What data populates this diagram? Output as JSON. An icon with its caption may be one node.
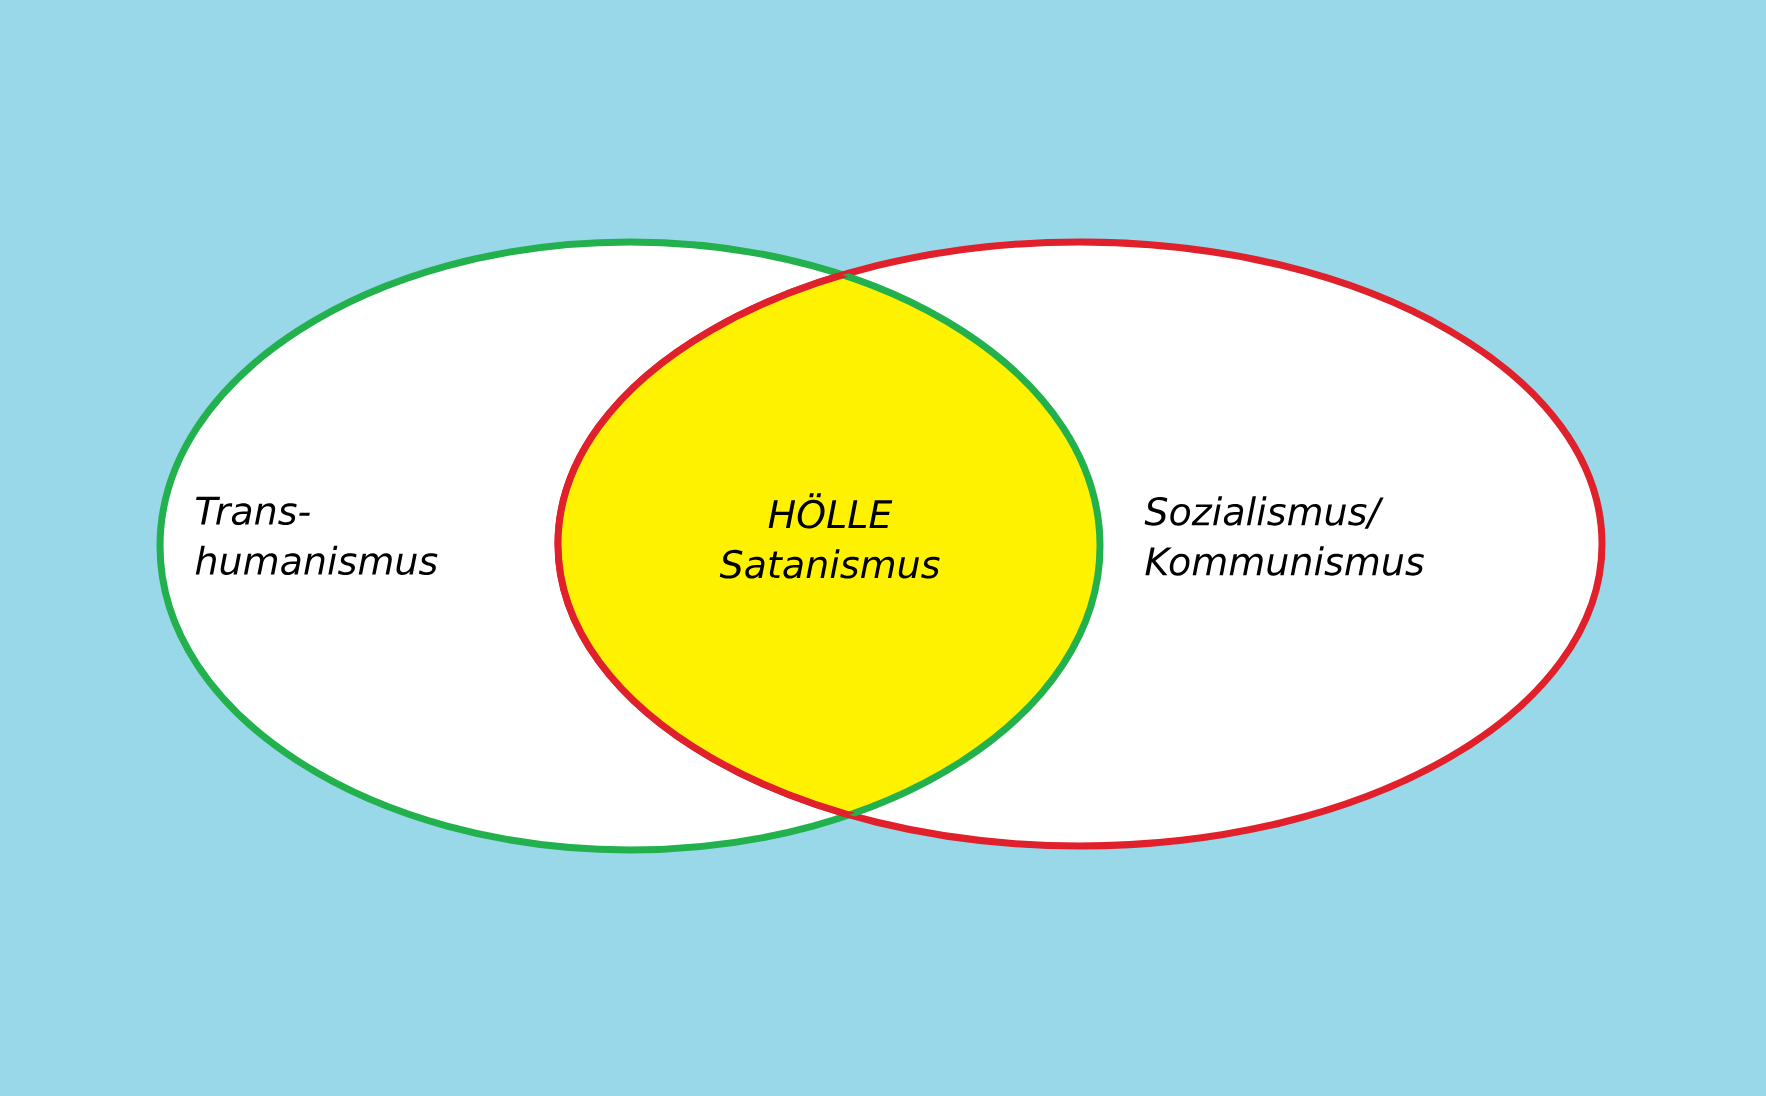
{
  "diagram": {
    "nodes": [
      {
        "text": [
          "Trans- humanismus"
        ]
      },
      {
        "text": [
          "HÖLLE Satanismus"
        ]
      },
      {
        "text": [
          "Sozialismus/ Kommunismus"
        ]
      }
    ]
  }
}
